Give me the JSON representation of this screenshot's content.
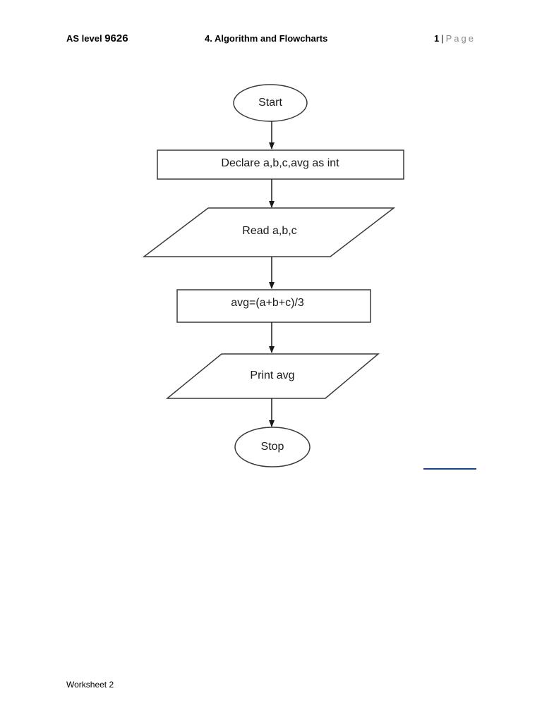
{
  "header": {
    "left_label": "AS level",
    "left_code": "9626",
    "center": "4. Algorithm and Flowcharts",
    "page_number": "1",
    "separator": "|",
    "page_word": "Page"
  },
  "flowchart": {
    "start": "Start",
    "declare": "Declare a,b,c,avg as int",
    "read": "Read a,b,c",
    "compute": "avg=(a+b+c)/3",
    "print": "Print avg",
    "stop": "Stop"
  },
  "footer": {
    "text": "Worksheet 2"
  },
  "colors": {
    "text": "#000000",
    "page_word": "#8c8c8c",
    "stroke": "#3a3a3a",
    "link_underline": "#1f3f8f"
  }
}
